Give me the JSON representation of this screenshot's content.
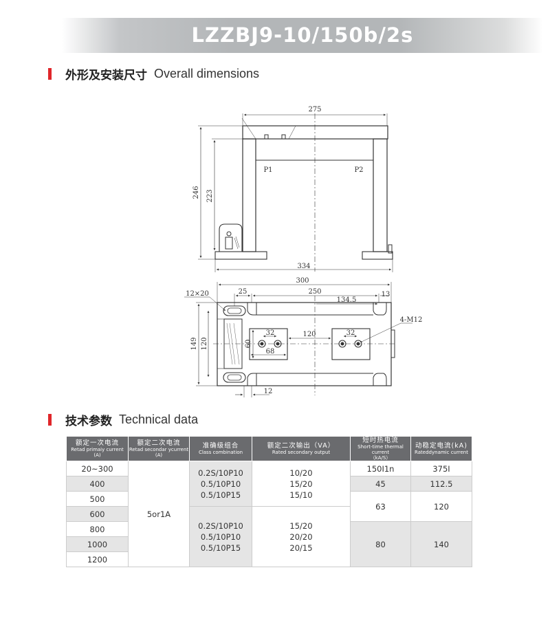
{
  "header": {
    "title": "LZZBJ9-10/150b/2s"
  },
  "sections": {
    "dimensions": {
      "zh": "外形及安装尺寸",
      "en": "Overall dimensions"
    },
    "technical": {
      "zh": "技术参数",
      "en": "Technical data"
    }
  },
  "drawing": {
    "front": {
      "d_275": "275",
      "d_246": "246",
      "d_223": "223",
      "d_334": "334",
      "p1": "P1",
      "p2": "P2"
    },
    "top": {
      "d_300": "300",
      "d_12x20": "12×20",
      "d_25": "25",
      "d_250": "250",
      "d_134_5": "134.5",
      "d_13": "13",
      "d_4m12": "4-M12",
      "d_32a": "32",
      "d_32b": "32",
      "d_120h": "120",
      "d_149": "149",
      "d_120v": "120",
      "d_60": "60",
      "d_68": "68",
      "d_12": "12"
    }
  },
  "table": {
    "headers": [
      {
        "zh": "额定一次电流",
        "en": "Retad primaiy current",
        "unit": "(A)"
      },
      {
        "zh": "额定二次电流",
        "en": "Retad secondar ycurrent",
        "unit": "(A)"
      },
      {
        "zh": "准确级组合",
        "en": "Class combination",
        "unit": ""
      },
      {
        "zh": "额定二次输出（VA）",
        "en": "Rated secondary output",
        "unit": ""
      },
      {
        "zh": "短时热电流",
        "en": "Short-time thermal current",
        "unit": "（kA/S）"
      },
      {
        "zh": "动稳定电流(kA)",
        "en": "Rateddynamic current",
        "unit": ""
      }
    ],
    "primary": [
      "20~300",
      "400",
      "500",
      "600",
      "800",
      "1000",
      "1200"
    ],
    "secondary": "5or1A",
    "class_a": [
      "0.2S/10P10",
      "0.5/10P10",
      "0.5/10P15"
    ],
    "class_b": [
      "0.2S/10P10",
      "0.5/10P10",
      "0.5/10P15"
    ],
    "output_a": [
      "10/20",
      "15/20",
      "15/10"
    ],
    "output_b": [
      "15/20",
      "20/20",
      "20/15"
    ],
    "thermal": [
      "150I1n",
      "45",
      "63",
      "80"
    ],
    "dynamic": [
      "375I",
      "112.5",
      "120",
      "140"
    ]
  }
}
